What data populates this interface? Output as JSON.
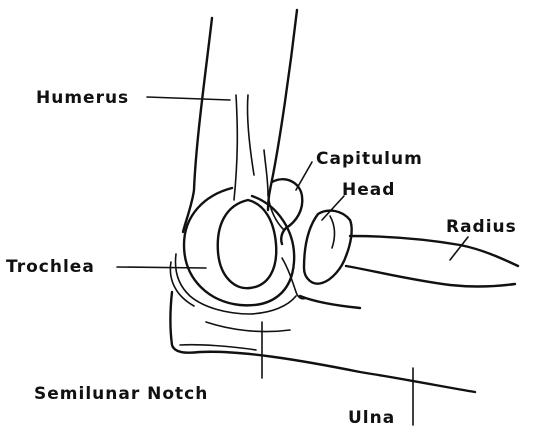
{
  "diagram": {
    "labels": {
      "humerus": "Humerus",
      "capitulum": "Capitulum",
      "head": "Head",
      "radius": "Radius",
      "trochlea": "Trochlea",
      "semilunar_notch": "Semilunar Notch",
      "ulna": "Ulna"
    }
  }
}
